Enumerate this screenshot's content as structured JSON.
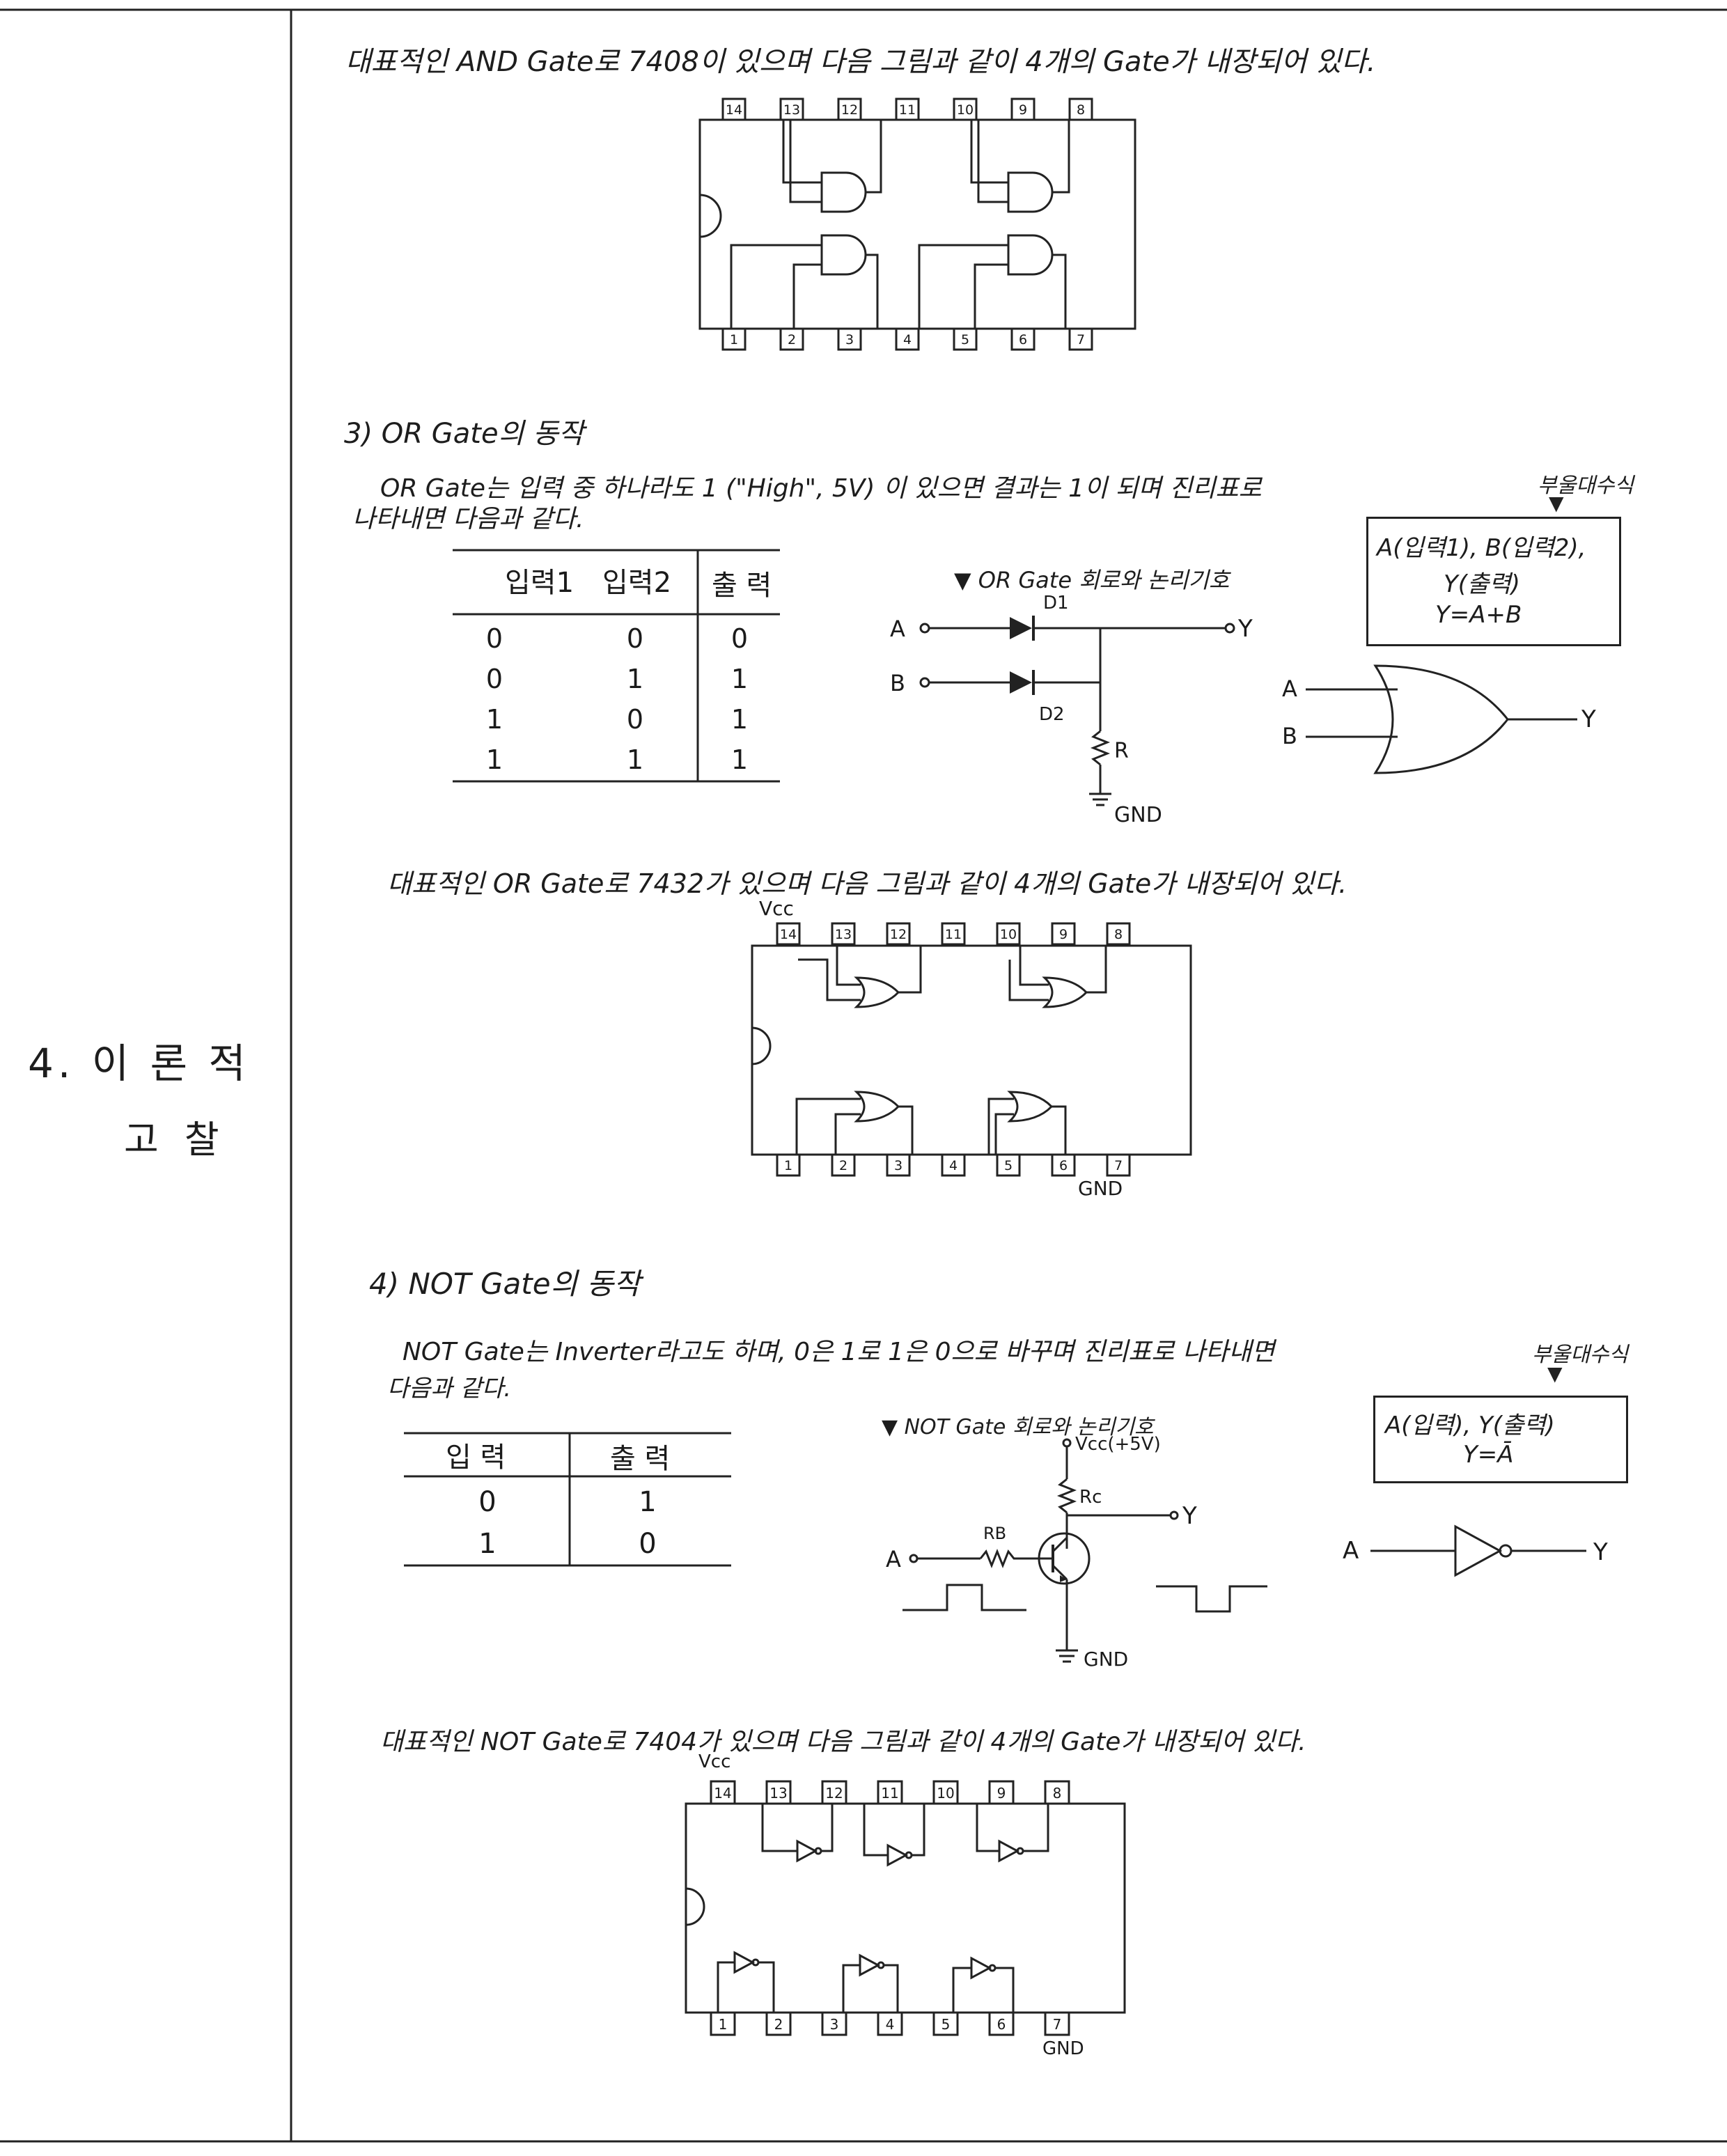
{
  "section": {
    "label_line1": "4. 이 론 적",
    "label_line2": "고 찰"
  },
  "and_gate": {
    "intro": "대표적인 AND Gate로 7408이 있으며 다음 그림과 같이 4개의 Gate가 내장되어 있다.",
    "pins_top": [
      "14",
      "13",
      "12",
      "11",
      "10",
      "9",
      "8"
    ],
    "pins_bottom": [
      "1",
      "2",
      "3",
      "4",
      "5",
      "6",
      "7"
    ]
  },
  "or_gate": {
    "heading": "3) OR Gate의 동작",
    "desc_line1": "OR Gate는 입력 중 하나라도 1 (\"High\", 5V) 이 있으면 결과는 1이 되며 진리표로",
    "desc_line2": "나타내면 다음과 같다.",
    "boolean_label": "부울대수식",
    "boolean_box": {
      "line1": "A(입력1), B(입력2),",
      "line2": "Y(출력)",
      "line3": "Y=A+B"
    },
    "table": {
      "headers": [
        "입력1",
        "입력2",
        "출 력"
      ],
      "rows": [
        [
          "0",
          "0",
          "0"
        ],
        [
          "0",
          "1",
          "1"
        ],
        [
          "1",
          "0",
          "1"
        ],
        [
          "1",
          "1",
          "1"
        ]
      ]
    },
    "circuit": {
      "caption": "▼ OR Gate 회로와 논리기호",
      "label_a": "A",
      "label_b": "B",
      "label_y": "Y",
      "label_d1": "D1",
      "label_d2": "D2",
      "label_r": "R",
      "label_gnd": "GND"
    },
    "symbol": {
      "label_a": "A",
      "label_b": "B",
      "label_y": "Y"
    },
    "ic_intro": "대표적인 OR Gate로 7432가 있으며 다음 그림과 같이 4개의 Gate가 내장되어 있다.",
    "ic": {
      "vcc": "Vcc",
      "gnd": "GND",
      "pins_top": [
        "14",
        "13",
        "12",
        "11",
        "10",
        "9",
        "8"
      ],
      "pins_bottom": [
        "1",
        "2",
        "3",
        "4",
        "5",
        "6",
        "7"
      ]
    }
  },
  "not_gate": {
    "heading": "4) NOT Gate의 동작",
    "desc_line1": "NOT Gate는 Inverter라고도 하며, 0은 1로 1은 0으로 바꾸며 진리표로 나타내면",
    "desc_line2": "다음과 같다.",
    "boolean_label": "부울대수식",
    "boolean_box": {
      "line1": "A(입력), Y(출력)",
      "line2": "Y=Ā"
    },
    "table": {
      "headers": [
        "입 력",
        "출 력"
      ],
      "rows": [
        [
          "0",
          "1"
        ],
        [
          "1",
          "0"
        ]
      ]
    },
    "circuit": {
      "caption": "▼ NOT Gate 회로와 논리기호",
      "vcc": "Vcc(+5V)",
      "label_rc": "Rc",
      "label_rb": "RB",
      "label_a": "A",
      "label_y": "Y",
      "label_gnd": "GND"
    },
    "symbol": {
      "label_a": "A",
      "label_y": "Y"
    },
    "ic_intro": "대표적인 NOT Gate로 7404가 있으며 다음 그림과 같이 4개의 Gate가 내장되어 있다.",
    "ic": {
      "vcc": "Vcc",
      "gnd": "GND",
      "pins_top": [
        "14",
        "13",
        "12",
        "11",
        "10",
        "9",
        "8"
      ],
      "pins_bottom": [
        "1",
        "2",
        "3",
        "4",
        "5",
        "6",
        "7"
      ]
    }
  }
}
